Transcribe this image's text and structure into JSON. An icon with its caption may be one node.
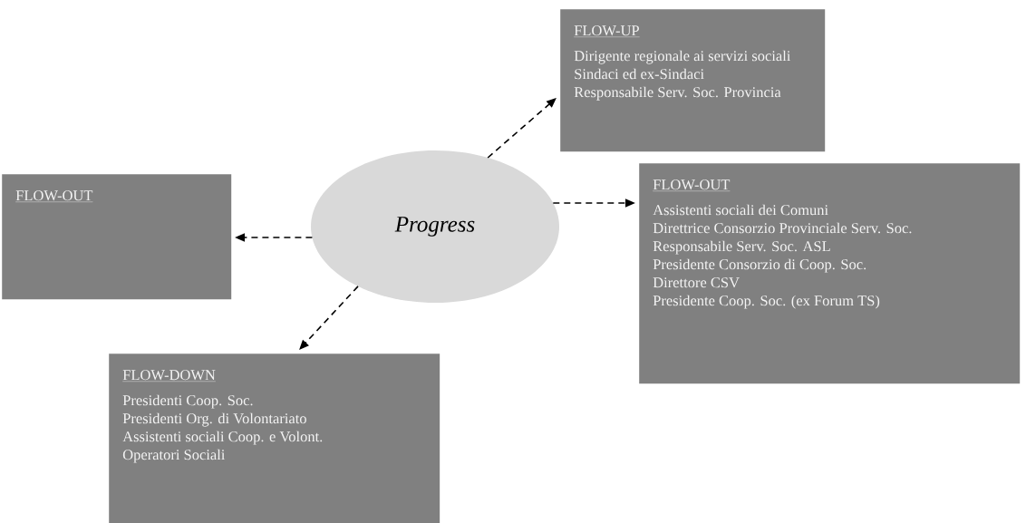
{
  "diagram": {
    "nodes": [
      {
        "text": [
          "Progress"
        ]
      },
      {
        "text": [
          "FLOW-UP",
          "Dirigente regionale ai servizi sociali",
          "Sindaci ed ex-Sindaci",
          "Responsabile Serv. Soc. Provincia"
        ]
      },
      {
        "text": [
          "FLOW-OUT"
        ]
      },
      {
        "text": [
          "FLOW-OUT",
          "Assistenti sociali dei Comuni",
          "Direttrice Consorzio Provinciale Serv. Soc.",
          "Responsabile Serv. Soc. ASL",
          "Presidente Consorzio di Coop. Soc.",
          "Direttore CSV",
          "Presidente Coop. Soc. (ex Forum TS)"
        ]
      },
      {
        "text": [
          "FLOW-DOWN",
          "Presidenti Coop. Soc.",
          "Presidenti Org. di Volontariato",
          "Assistenti sociali  Coop. e Volont.",
          "Operatori Sociali"
        ]
      }
    ],
    "edges": [
      {
        "from": 0,
        "to": 1,
        "arrow": "to",
        "style": "dashed"
      },
      {
        "from": 0,
        "to": 3,
        "arrow": "to",
        "style": "dashed"
      },
      {
        "from": 0,
        "to": 2,
        "arrow": "to",
        "style": "dashed"
      },
      {
        "from": 0,
        "to": 4,
        "arrow": "to",
        "style": "dashed"
      }
    ]
  }
}
